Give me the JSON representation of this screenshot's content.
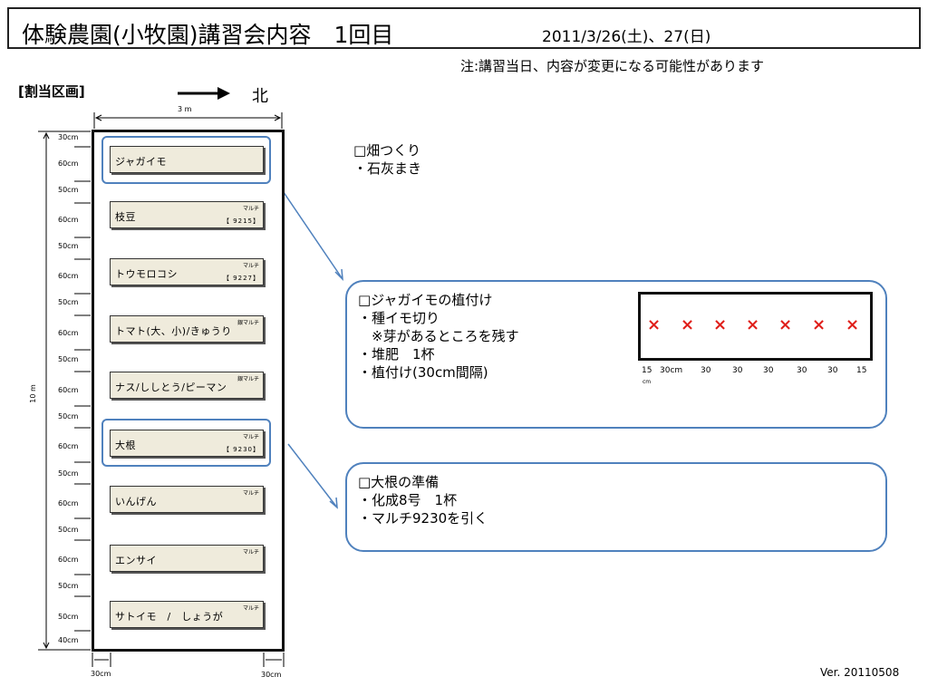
{
  "header": {
    "title": "体験農園(小牧園)講習会内容　1回目",
    "date": "2011/3/26(土)、27(日)"
  },
  "note": "注:講習当日、内容が変更になる可能性があります",
  "section_label": "[割当区画]",
  "north_label": "北",
  "dimensions": {
    "width": "3 m",
    "height": "10 m",
    "bottom_left": "30cm",
    "bottom_right": "30cm",
    "row_spacings": [
      "30cm",
      "60cm",
      "50cm",
      "60cm",
      "50cm",
      "60cm",
      "50cm",
      "60cm",
      "50cm",
      "60cm",
      "50cm",
      "60cm",
      "50cm",
      "60cm",
      "50cm",
      "60cm",
      "50cm",
      "50cm",
      "40cm"
    ]
  },
  "beds": [
    {
      "label": "ジャガイモ",
      "tag": "",
      "code": ""
    },
    {
      "label": "枝豆",
      "tag": "マルチ",
      "code": "【 9215】"
    },
    {
      "label": "トウモロコシ",
      "tag": "マルチ",
      "code": "【 9227】"
    },
    {
      "label": "トマト(大、小)/きゅうり",
      "tag": "銀マルチ",
      "code": ""
    },
    {
      "label": "ナス/ししとう/ピーマン",
      "tag": "銀マルチ",
      "code": ""
    },
    {
      "label": "大根",
      "tag": "マルチ",
      "code": "【 9230】"
    },
    {
      "label": "いんげん",
      "tag": "マルチ",
      "code": ""
    },
    {
      "label": "エンサイ",
      "tag": "マルチ",
      "code": ""
    },
    {
      "label": "サトイモ　/　しょうが",
      "tag": "マルチ",
      "code": ""
    }
  ],
  "info1": {
    "heading": "□畑つくり",
    "lines": [
      "・石灰まき"
    ]
  },
  "info2": {
    "heading": "□ジャガイモの植付け",
    "lines": [
      "・種イモ切り",
      "　※芽があるところを残す",
      "・堆肥　1杯",
      "・植付け(30cm間隔)"
    ]
  },
  "info3": {
    "heading": "□大根の準備",
    "lines": [
      "・化成8号　1杯",
      "・マルチ9230を引く"
    ]
  },
  "planting_row": {
    "marks": [
      "×",
      "×",
      "×",
      "×",
      "×",
      "×",
      "×"
    ],
    "spacings": [
      "15",
      "30cm",
      "30",
      "30",
      "30",
      "30",
      "30",
      "15"
    ],
    "unit": "cm"
  },
  "colors": {
    "highlight": "#4f81bd",
    "bed_fill": "#efebdc",
    "mark": "#e0201b"
  },
  "version": "Ver. 20110508"
}
